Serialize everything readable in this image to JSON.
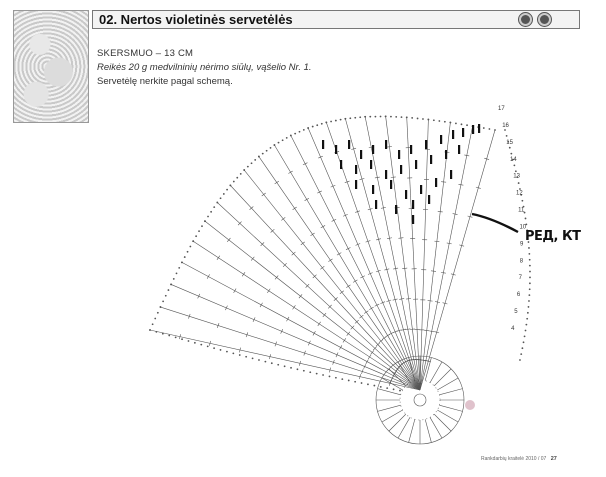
{
  "header": {
    "title": "02. Nertos violetinės servetėlės",
    "icons": [
      "crochet-hook-badge-icon",
      "difficulty-badge-icon"
    ]
  },
  "info": {
    "size": "SKERSMUO – 13 CM",
    "requirements": "Reikės 20 g medvilninių nėrimo siūlų, vąšelio Nr. 1.",
    "instructions": "Servetėlę nerkite pagal schemą."
  },
  "diagram": {
    "row_numbers_right": [
      "17",
      "16",
      "15",
      "14",
      "13",
      "12",
      "11",
      "10",
      "9",
      "8",
      "7",
      "6",
      "5",
      "4"
    ]
  },
  "handwritten_note": "PEД, КТ",
  "footer": {
    "source": "Rankdarbių kraitelė 2010 / 07",
    "page": "27"
  }
}
